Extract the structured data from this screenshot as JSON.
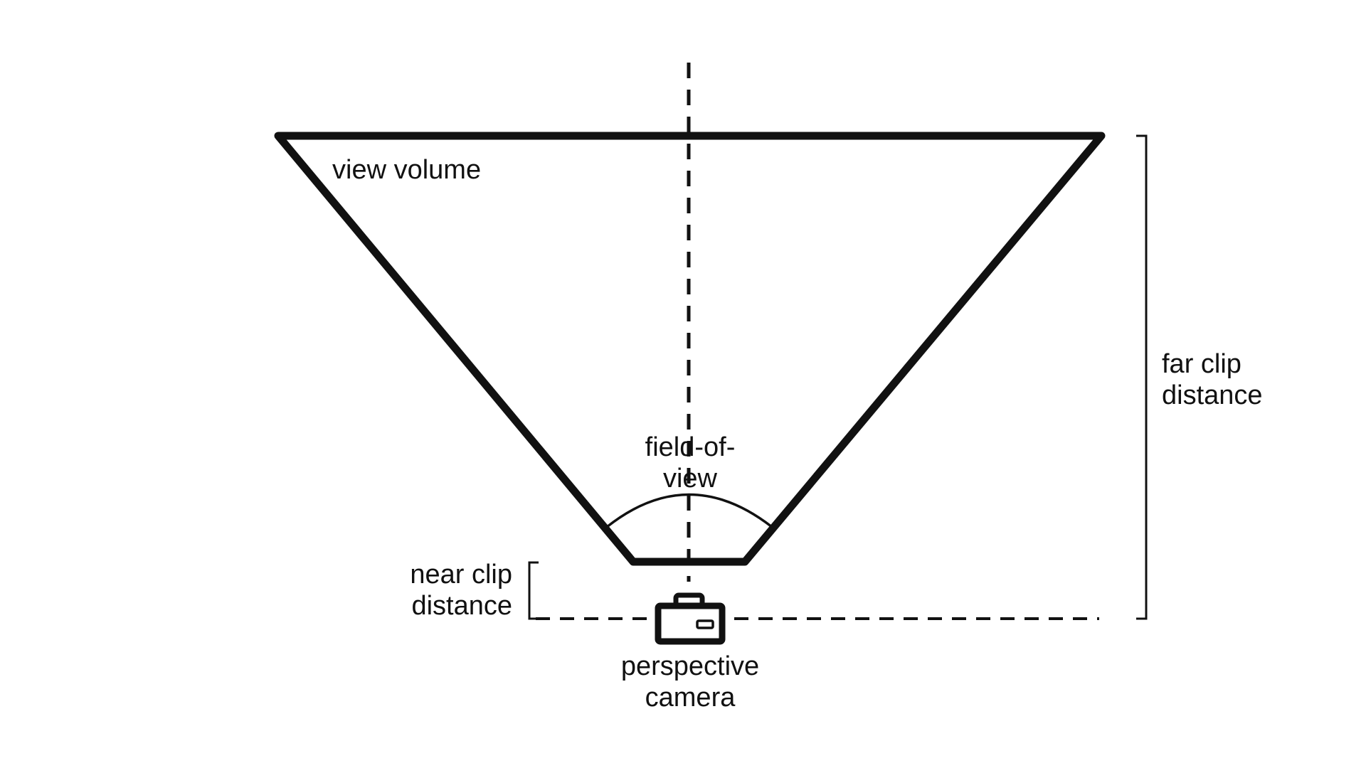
{
  "labels": {
    "view_volume": "view volume",
    "field_of_view_line1": "field-of-",
    "field_of_view_line2": "view",
    "far_clip_line1": "far clip",
    "far_clip_line2": "distance",
    "near_clip_line1": "near clip",
    "near_clip_line2": "distance",
    "camera_line1": "perspective",
    "camera_line2": "camera"
  },
  "colors": {
    "stroke": "#111111",
    "background": "#ffffff"
  },
  "icons": {
    "camera": "camera-icon"
  }
}
